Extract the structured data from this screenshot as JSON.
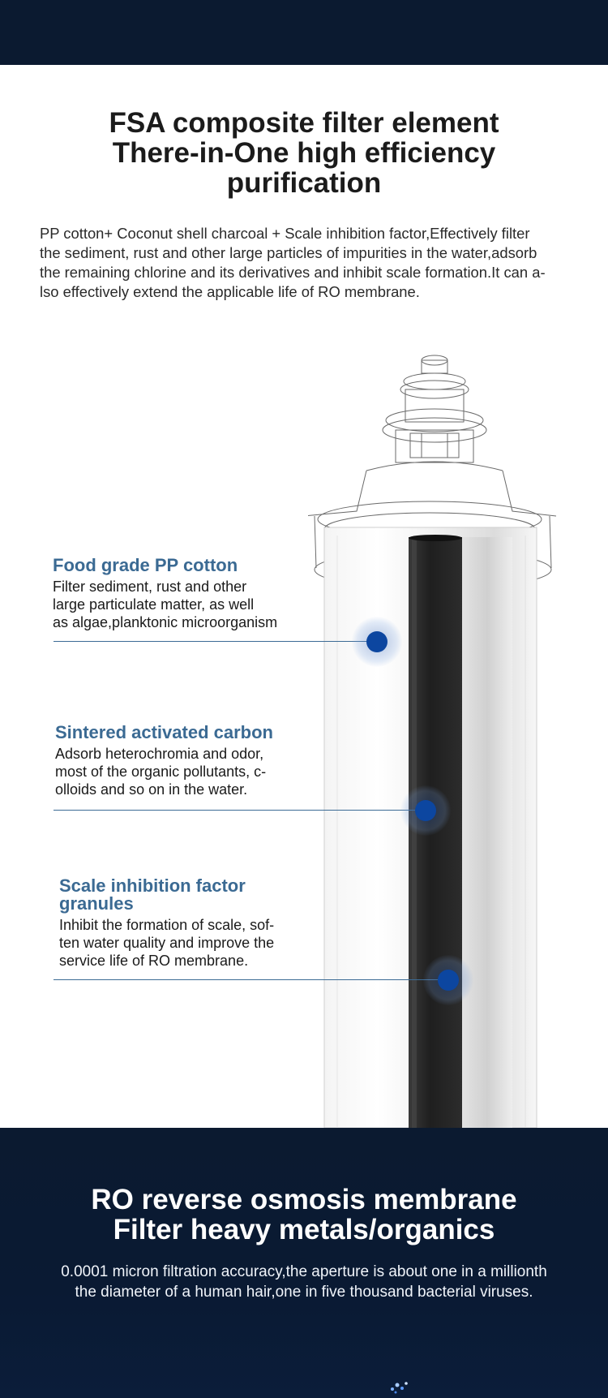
{
  "header": {
    "title_lines": [
      "FSA composite filter element",
      "There-in-One high efficiency",
      "purification"
    ],
    "intro_lines": [
      "PP cotton+ Coconut shell charcoal + Scale inhibition factor,Effectively filter",
      "the  sediment, rust and other large particles of impurities in the water,adsorb",
      "the remaining chlorine and its derivatives and inhibit scale formation.It can a-",
      "lso effectively extend the applicable life of RO membrane."
    ]
  },
  "callouts": [
    {
      "heading": "Food grade PP cotton",
      "desc_lines": [
        "Filter sediment, rust and other",
        "large particulate matter, as well",
        "as algae,planktonic microorganism"
      ]
    },
    {
      "heading": "Sintered activated carbon",
      "desc_lines": [
        "Adsorb heterochromia and odor,",
        "most of the organic pollutants, c-",
        "olloids and so on in the water."
      ]
    },
    {
      "heading_lines": [
        "Scale inhibition factor",
        "granules"
      ],
      "desc_lines": [
        "Inhibit the formation of scale, sof-",
        "ten water quality and improve the",
        "service life of RO membrane."
      ]
    }
  ],
  "ro_section": {
    "title_lines": [
      "RO reverse osmosis membrane",
      "Filter heavy metals/organics"
    ],
    "desc_lines": [
      "0.0001 micron filtration accuracy,the aperture is about one in a millionth",
      "the diameter of a human hair,one in five thousand bacterial viruses."
    ]
  },
  "colors": {
    "navy_band": "#0b1a30",
    "heading_blue": "#3b6a93",
    "dot_blue": "#0c46a0"
  }
}
